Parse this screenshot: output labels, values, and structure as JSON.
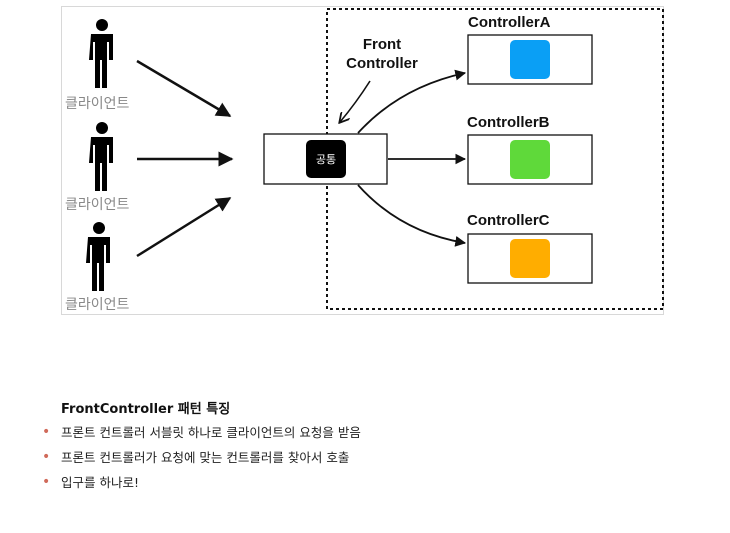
{
  "diagram": {
    "clients": [
      {
        "label": "클라이언트"
      },
      {
        "label": "클라이언트"
      },
      {
        "label": "클라이언트"
      }
    ],
    "front_controller_label": [
      "Front",
      "Controller"
    ],
    "common_label": "공통",
    "controllers": [
      {
        "label": "ControllerA",
        "color": "#0a9ff5"
      },
      {
        "label": "ControllerB",
        "color": "#5fd93a"
      },
      {
        "label": "ControllerC",
        "color": "#ffad00"
      }
    ]
  },
  "features": {
    "title": "FrontController 패턴 특징",
    "items": [
      "프론트 컨트롤러 서블릿 하나로 클라이언트의 요청을 받음",
      "프론트 컨트롤러가 요청에 맞는 컨트롤러를 찾아서 호출",
      "입구를 하나로!"
    ]
  }
}
